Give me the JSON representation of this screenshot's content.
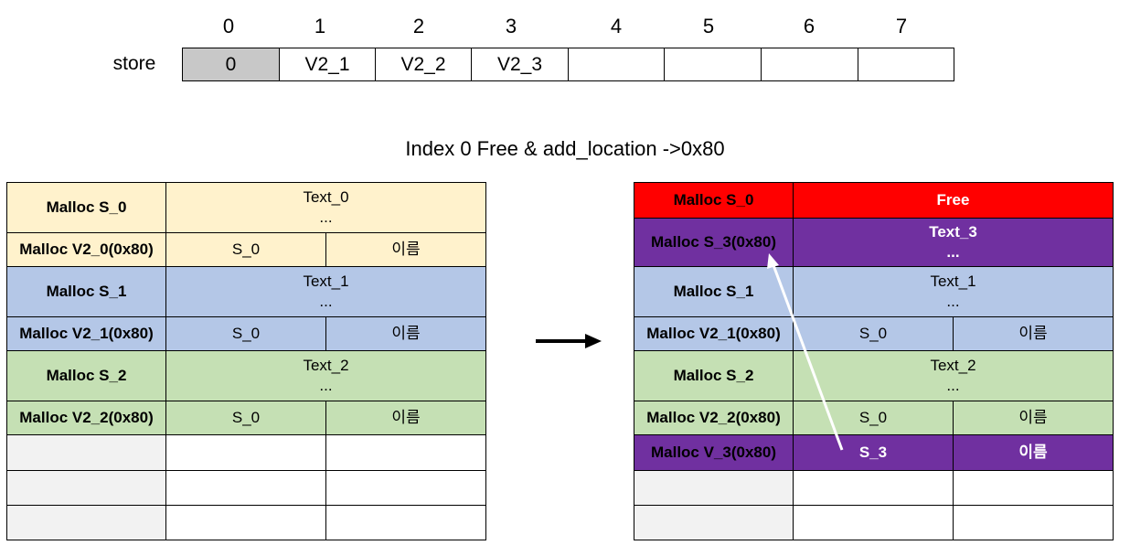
{
  "store": {
    "label": "store",
    "indices": [
      "0",
      "1",
      "2",
      "3",
      "4",
      "5",
      "6",
      "7"
    ],
    "cells": [
      "0",
      "V2_1",
      "V2_2",
      "V2_3",
      "",
      "",
      "",
      ""
    ]
  },
  "title": "Index 0 Free & add_location ->0x80",
  "left_table": {
    "rows": [
      {
        "label": "Malloc S_0",
        "content": [
          "Text_0",
          "..."
        ]
      },
      {
        "label": "Malloc V2_0(0x80)",
        "cells": [
          "S_0",
          "이름"
        ]
      },
      {
        "label": "Malloc S_1",
        "content": [
          "Text_1",
          "..."
        ]
      },
      {
        "label": "Malloc V2_1(0x80)",
        "cells": [
          "S_0",
          "이름"
        ]
      },
      {
        "label": "Malloc S_2",
        "content": [
          "Text_2",
          "..."
        ]
      },
      {
        "label": "Malloc V2_2(0x80)",
        "cells": [
          "S_0",
          "이름"
        ]
      }
    ]
  },
  "right_table": {
    "rows": [
      {
        "label": "Malloc S_0",
        "content": [
          "Free"
        ]
      },
      {
        "label": "Malloc S_3(0x80)",
        "content": [
          "Text_3",
          "..."
        ]
      },
      {
        "label": "Malloc S_1",
        "content": [
          "Text_1",
          "..."
        ]
      },
      {
        "label": "Malloc V2_1(0x80)",
        "cells": [
          "S_0",
          "이름"
        ]
      },
      {
        "label": "Malloc S_2",
        "content": [
          "Text_2",
          "..."
        ]
      },
      {
        "label": "Malloc V2_2(0x80)",
        "cells": [
          "S_0",
          "이름"
        ]
      },
      {
        "label": "Malloc V_3(0x80)",
        "cells": [
          "S_3",
          "이름"
        ]
      }
    ]
  },
  "colors": {
    "yellow": "#fff2cc",
    "blue": "#b4c7e7",
    "green": "#c5e0b4",
    "gray": "#f2f2f2",
    "red": "#ff0000",
    "purple": "#7030a0",
    "store_used": "#c8c8c8"
  }
}
